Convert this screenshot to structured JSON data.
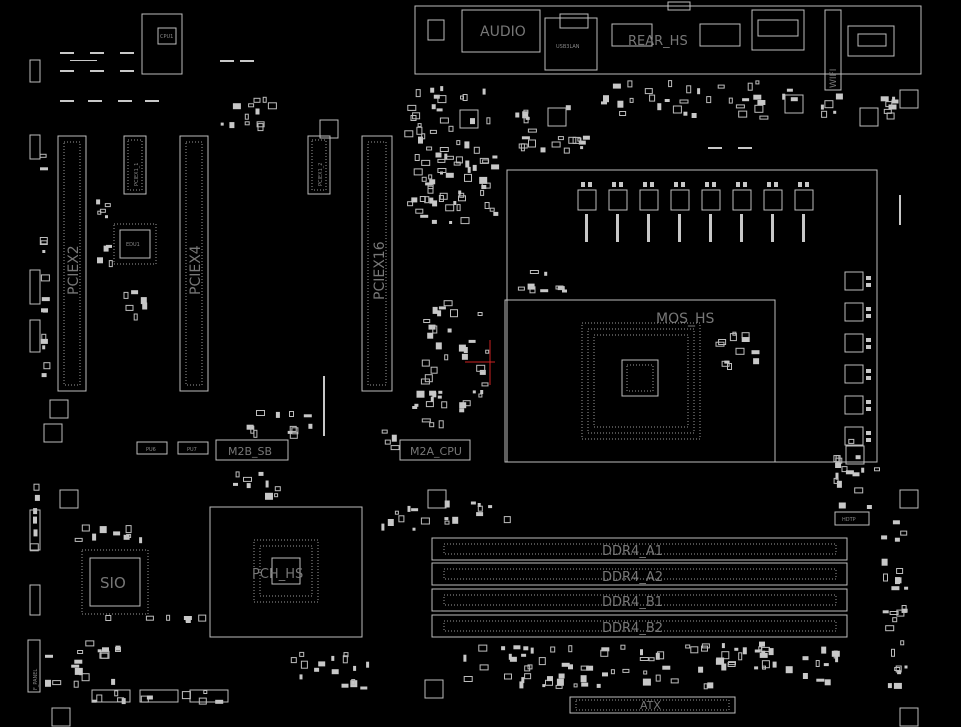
{
  "labels": {
    "audio": "AUDIO",
    "usb_lan": "USB3LAN",
    "rear_hs": "REAR_HS",
    "wifi": "WIFI",
    "pciex2": "PCIEX2",
    "pciex4": "PCIEX4",
    "pciex16": "PCIEX16",
    "pciex1_a": "PCIEX1_1",
    "pciex1_b": "PCIEX1_2",
    "mos_hs": "MOS_HS",
    "m2b_sb": "M2B_SB",
    "m2a_cpu": "M2A_CPU",
    "pch_hs": "PCH_HS",
    "sio": "SIO",
    "ddr4_a1": "DDR4_A1",
    "ddr4_a2": "DDR4_A2",
    "ddr4_b1": "DDR4_B1",
    "ddr4_b2": "DDR4_B2",
    "atx": "ATX",
    "hdtp": "HDTP",
    "pu6": "PU6",
    "pu7": "PU7",
    "f_panel": "F_PANEL",
    "edu1": "EDU1",
    "cpu1": "CPU1"
  },
  "colors": {
    "background": "#000000",
    "outline": "#bdbdbd",
    "text": "#777777",
    "accent": "#cc2222"
  }
}
